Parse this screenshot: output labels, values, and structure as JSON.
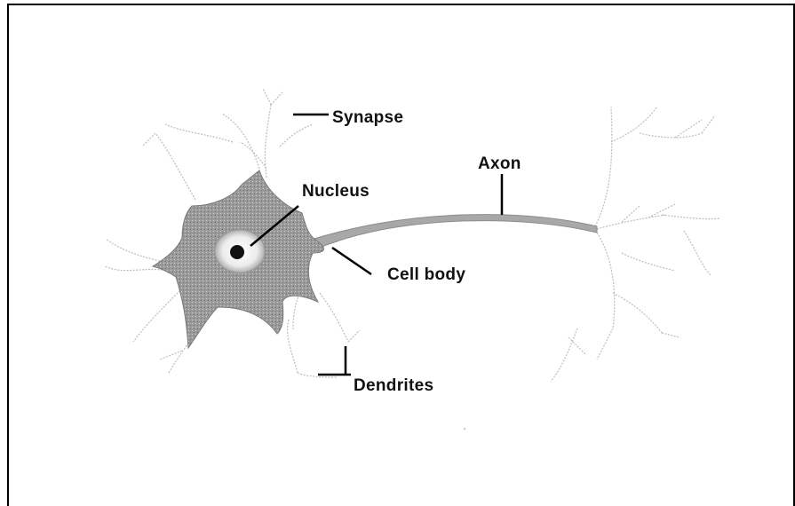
{
  "diagram": {
    "labels": {
      "synapse": "Synapse",
      "nucleus": "Nucleus",
      "axon": "Axon",
      "cell_body": "Cell body",
      "dendrites": "Dendrites"
    },
    "colors": {
      "cell_body": "#9e9e9e",
      "axon": "#a8a8a8",
      "dendrite_outline": "#bdbdbd",
      "nucleus_halo": "#e6e6e6",
      "nucleolus": "#111111",
      "frame": "#000000"
    }
  }
}
